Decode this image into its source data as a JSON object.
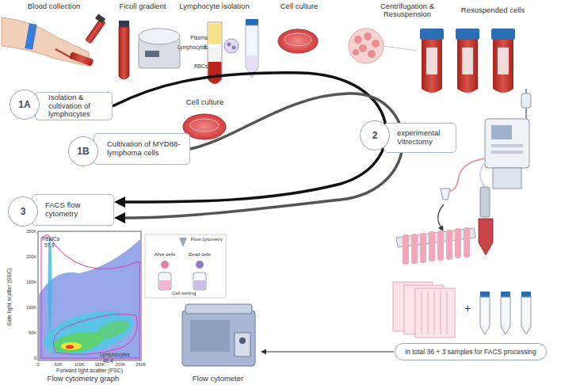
{
  "diagram": {
    "nodes": [
      {
        "text": [
          "1A"
        ]
      },
      {
        "text": [
          "Isolation & cultivation of lymphocytes"
        ]
      },
      {
        "text": [
          "1B"
        ]
      },
      {
        "text": [
          "Cultivation of MYD88-lymphoma cells"
        ]
      },
      {
        "text": [
          "2"
        ]
      },
      {
        "text": [
          "experimental Vitrectomy"
        ]
      },
      {
        "text": [
          "3"
        ]
      },
      {
        "text": [
          "FACS flow cytometry"
        ]
      },
      {
        "text": [
          "in total 36 + 3 samples for FACS processing"
        ]
      }
    ],
    "edges": [
      {
        "from": 1,
        "to": 7,
        "arrow": "to"
      },
      {
        "from": 3,
        "to": 7,
        "arrow": "to"
      }
    ],
    "labels": [
      "Blood collection",
      "Ficoll gradient",
      "Lymphocyte isolation",
      "Cell culture",
      "Centrifugation & Resuspension",
      "Resuspended cells",
      "Plasma",
      "Lymphocytes",
      "RBCs",
      "Cell culture",
      "PBMCs",
      "57,9",
      "Lymphocytes",
      "46,4",
      "Side light scatter (SSC)",
      "250K",
      "200K",
      "150K",
      "100K",
      "50K",
      "0",
      "0",
      "50K",
      "100K",
      "150K",
      "200K",
      "250K",
      "Forward light scatter (FSC)",
      "Flow cytometry",
      "Alive cells",
      "Dead cells",
      "Cell sorting",
      "Flow cytometry graph",
      "Flow cytometer",
      "+"
    ]
  }
}
